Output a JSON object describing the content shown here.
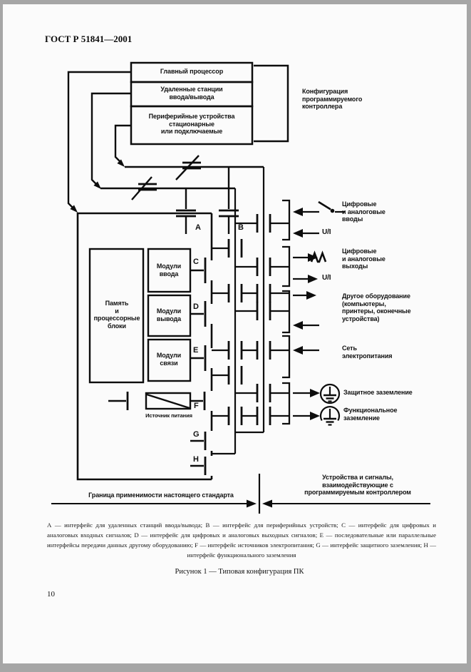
{
  "header": {
    "title": "ГОСТ Р 51841—2001"
  },
  "figure": {
    "top_boxes": {
      "main_processor": "Главный процессор",
      "remote_io": "Удаленные станции\nввода/вывода",
      "peripherals": "Периферийные устройства\nстационарные\nили подключаемые"
    },
    "config_label": "Конфигурация\nпрограммируемого\nконтроллера",
    "plc": {
      "memory": "Память\nи\nпроцессорные\nблоки",
      "input_modules": "Модули\nввода",
      "output_modules": "Модули\nвывода",
      "comm_modules": "Модули\nсвязи",
      "power_supply": "Источник питания"
    },
    "interfaces": {
      "a": "A",
      "b": "B",
      "c": "C",
      "d": "D",
      "e": "E",
      "f": "F",
      "g": "G",
      "h": "H"
    },
    "signals": {
      "digital_analog_inputs": "Цифровые\nи аналоговые\nвводы",
      "ui_top": "U/I",
      "digital_analog_outputs": "Цифровые\nи аналоговые\nвыходы",
      "ui_bottom": "U/I",
      "other_equipment": "Другое оборудование\n(компьютеры,\nпринтеры, оконечные\nустройства)",
      "mains": "Сеть\nэлектропитания",
      "protective_earth": "Защитное заземление",
      "functional_earth": "Функциональное\nзаземление"
    },
    "boundary": {
      "left": "Граница применимости настоящего стандарта",
      "right": "Устройства и сигналы,\nвзаимодействующие с\nпрограммируемым контроллером"
    }
  },
  "footnote": "А — интерфейс для удаленных станций ввода/вывода; В — интерфейс для периферийных устройств; С — интерфейс для цифровых и аналоговых входных сигналов; D — интерфейс для цифровых и аналоговых выходных сигналов; Е — последовательные или параллельные интерфейсы передачи данных другому оборудованию; F — интерфейс источников электропитания; G — интерфейс защитного заземления; Н — интерфейс функционального заземления",
  "caption": "Рисунок 1 — Типовая конфигурация ПК",
  "page_number": "10"
}
